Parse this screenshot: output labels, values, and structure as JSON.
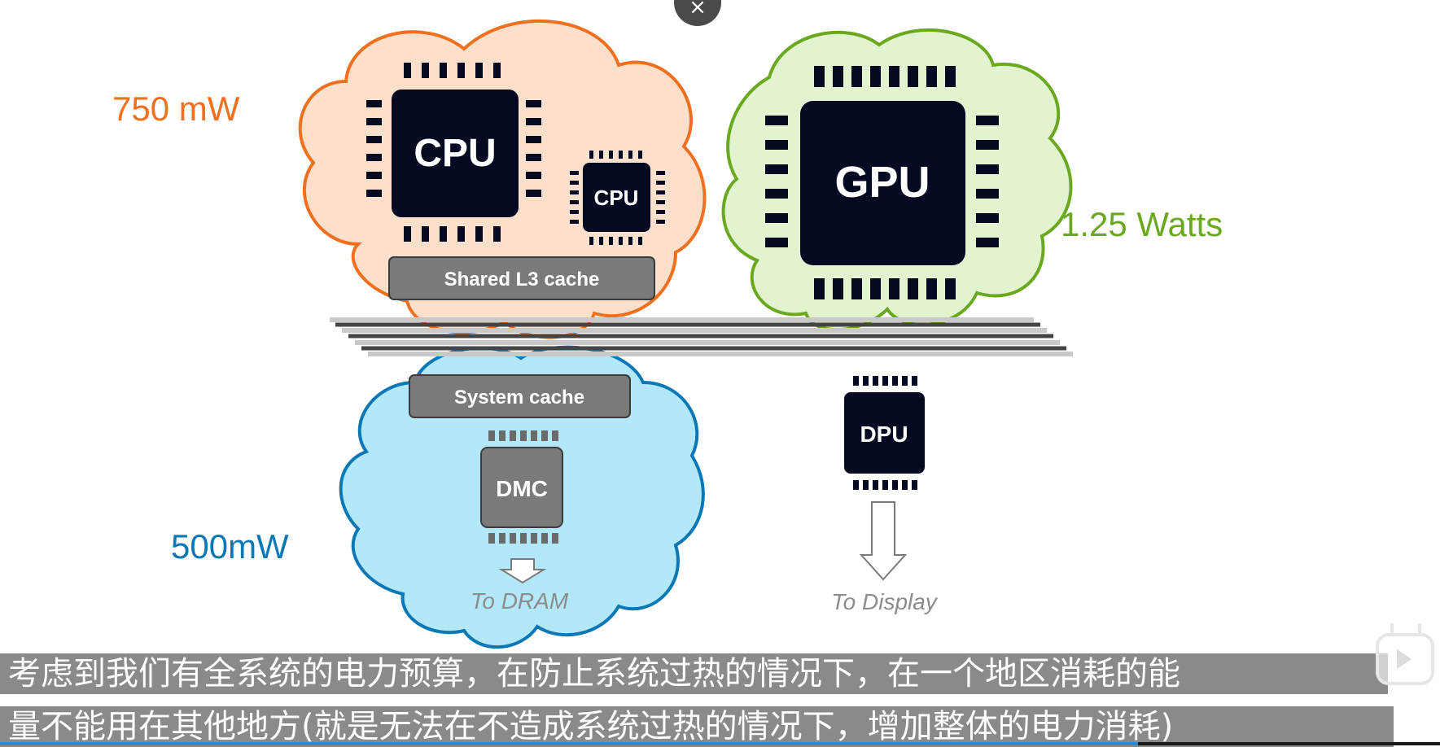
{
  "overlay": {
    "close_glyph": "×"
  },
  "diagram": {
    "cpu_cluster": {
      "power_label": "750 mW",
      "big_core_label": "CPU",
      "little_core_label": "CPU",
      "cache_label": "Shared L3 cache",
      "color": "#f07020",
      "fill": "#fde0cc"
    },
    "gpu_cluster": {
      "power_label": "1.25 Watts",
      "chip_label": "GPU",
      "color": "#6aa820",
      "fill": "#e2f4cf"
    },
    "memory_cluster": {
      "power_label": "500mW",
      "cache_label": "System cache",
      "controller_label": "DMC",
      "output_label": "To DRAM",
      "color": "#0a78b4",
      "fill": "#b3e8fb"
    },
    "display": {
      "chip_label": "DPU",
      "output_label": "To Display"
    }
  },
  "subtitles": {
    "line1": "考虑到我们有全系统的电力预算，在防止系统过热的情况下，在一个地区消耗的能",
    "line2": "量不能用在其他地方(就是无法在不造成系统过热的情况下，增加整体的电力消耗)"
  },
  "player": {
    "progress_fraction": 0.79
  },
  "colors": {
    "chip": "#050a22",
    "gray_chip": "#7a7a7a",
    "bus": "#8c8c8c"
  }
}
